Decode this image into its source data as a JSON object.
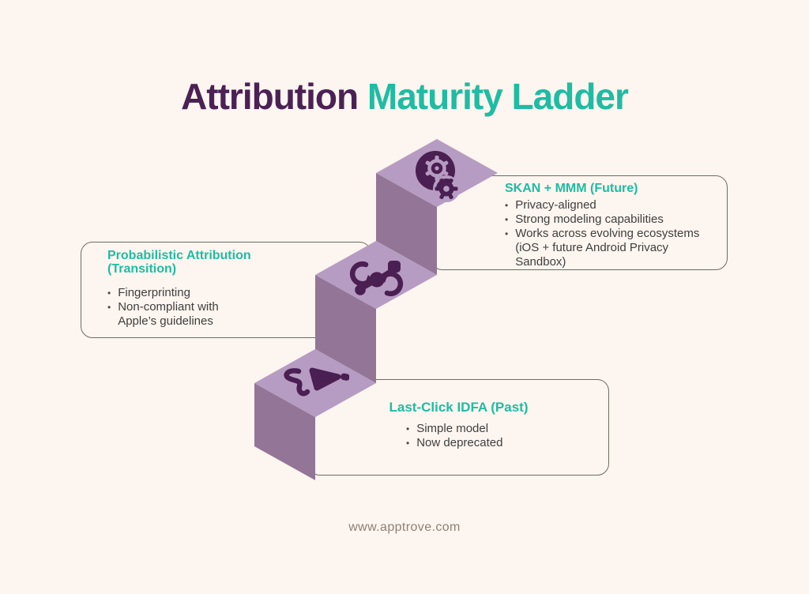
{
  "title": {
    "dark_text": "Attribution",
    "teal_text": "Maturity Ladder"
  },
  "ladder": {
    "steps": [
      {
        "position": "top",
        "icon": "ai-head-gears-icon",
        "heading": "SKAN + MMM (Future)",
        "bullets": [
          "Privacy-aligned",
          "Strong modeling capabilities",
          "Works across evolving ecosystems (iOS + future Android Privacy Sandbox)"
        ]
      },
      {
        "position": "middle",
        "icon": "sync-flow-icon",
        "heading": "Probabilistic Attribution (Transition)",
        "bullets": [
          "Fingerprinting",
          "Non-compliant with Apple’s guidelines"
        ]
      },
      {
        "position": "bottom",
        "icon": "click-trail-icon",
        "heading": "Last-Click IDFA (Past)",
        "bullets": [
          "Simple model",
          "Now deprecated"
        ]
      }
    ]
  },
  "footer": {
    "website": "www.apptrove.com"
  },
  "colors": {
    "accent_teal": "#1fbca3",
    "title_plum": "#4b2155",
    "step_top_face": "#b69cc2",
    "step_side_face": "#937598",
    "icon_plum": "#4a1f52",
    "body_text": "#3f3e3e",
    "box_border": "#6e6c64",
    "background": "#fdf5ef"
  }
}
